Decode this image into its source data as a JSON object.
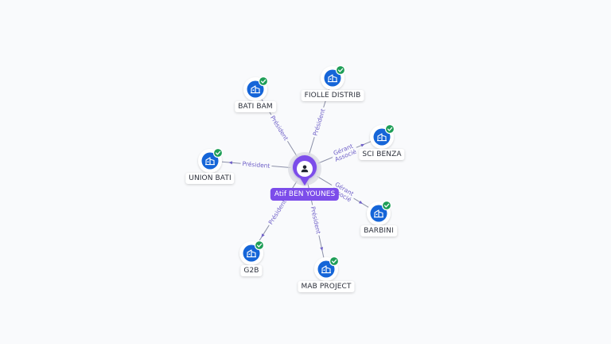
{
  "center": {
    "name": "Atif BEN YOUNES",
    "icon": "person-icon"
  },
  "colors": {
    "center": "#7c4dea",
    "company": "#1565d8",
    "check": "#1e9e57",
    "edge": "#8c90a8",
    "edge_label": "#6f60c8"
  },
  "companies": [
    {
      "name": "BATI BAM",
      "roles": [
        "Président"
      ]
    },
    {
      "name": "FIOLLE DISTRIB",
      "roles": [
        "Président"
      ]
    },
    {
      "name": "SCI BENZA",
      "roles": [
        "Gérant",
        "Associé"
      ]
    },
    {
      "name": "UNION BATI",
      "roles": [
        "Président"
      ]
    },
    {
      "name": "BARBINI",
      "roles": [
        "Gérant",
        "Associé"
      ]
    },
    {
      "name": "G2B",
      "roles": [
        "Président"
      ]
    },
    {
      "name": "MAB PROJECT",
      "roles": [
        "Président"
      ]
    }
  ]
}
